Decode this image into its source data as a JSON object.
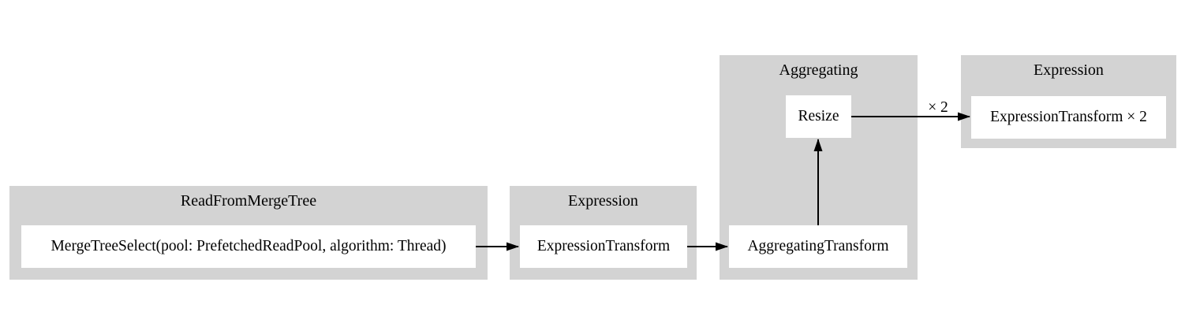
{
  "colors": {
    "canvas_bg": "#ffffff",
    "cluster_fill": "#d3d3d3",
    "node_fill": "#ffffff",
    "edge_color": "#000000",
    "text_color": "#000000"
  },
  "diagram_type": "query-pipeline-graph",
  "clusters": [
    {
      "id": "read-from-merge-tree",
      "label": "ReadFromMergeTree",
      "nodes": [
        {
          "id": "merge-tree-select",
          "label": "MergeTreeSelect(pool: PrefetchedReadPool, algorithm: Thread)"
        }
      ]
    },
    {
      "id": "expression-1",
      "label": "Expression",
      "nodes": [
        {
          "id": "expression-transform",
          "label": "ExpressionTransform"
        }
      ]
    },
    {
      "id": "aggregating",
      "label": "Aggregating",
      "nodes": [
        {
          "id": "resize",
          "label": "Resize"
        },
        {
          "id": "aggregating-transform",
          "label": "AggregatingTransform"
        }
      ]
    },
    {
      "id": "expression-2",
      "label": "Expression",
      "nodes": [
        {
          "id": "expression-transform-x2",
          "label": "ExpressionTransform × 2"
        }
      ]
    }
  ],
  "edges": [
    {
      "from": "merge-tree-select",
      "to": "expression-transform",
      "label": ""
    },
    {
      "from": "expression-transform",
      "to": "aggregating-transform",
      "label": ""
    },
    {
      "from": "aggregating-transform",
      "to": "resize",
      "label": ""
    },
    {
      "from": "resize",
      "to": "expression-transform-x2",
      "label": "× 2"
    }
  ]
}
